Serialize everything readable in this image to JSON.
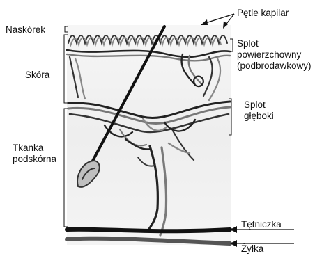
{
  "labels": {
    "naskorek": "Naskórek",
    "skora": "Skóra",
    "tkanka": "Tkanka\npodskórna",
    "petle": "Pętle kapilar",
    "splot_powierzchowny": "Splot\npowierzchowny\n(podbrodawkowy)",
    "splot_gleboki": "Splot\ngłęboki",
    "tetniczka": "Tętniczka",
    "zylka": "Żyłka"
  },
  "colors": {
    "ink": "#111111",
    "vessel_dark": "#2a2a2a",
    "vessel_gray": "#777777",
    "tissue_bg": "#ececec"
  }
}
